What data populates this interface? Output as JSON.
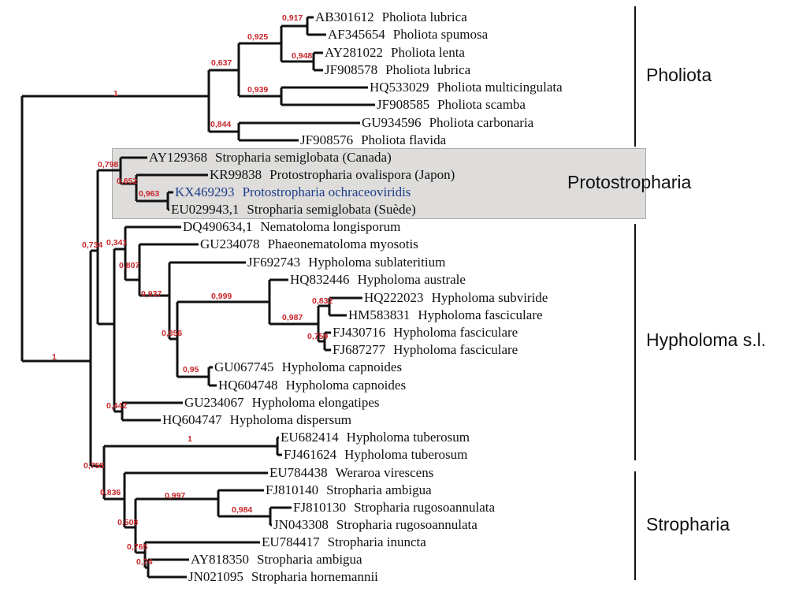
{
  "clades": {
    "pholiota": "Pholiota",
    "protostropharia": "Protostropharia",
    "hypholoma": "Hypholoma s.l.",
    "stropharia": "Stropharia"
  },
  "leaves": [
    {
      "acc": "AB301612",
      "sp": "Pholiota lubrica"
    },
    {
      "acc": "AF345654",
      "sp": "Pholiota spumosa"
    },
    {
      "acc": "AY281022",
      "sp": "Pholiota lenta"
    },
    {
      "acc": "JF908578",
      "sp": "Pholiota lubrica"
    },
    {
      "acc": "HQ533029",
      "sp": "Pholiota multicingulata"
    },
    {
      "acc": "JF908585",
      "sp": "Pholiota scamba"
    },
    {
      "acc": "GU934596",
      "sp": "Pholiota carbonaria"
    },
    {
      "acc": "JF908576",
      "sp": "Pholiota flavida"
    },
    {
      "acc": "AY129368",
      "sp": "Stropharia semiglobata (Canada)"
    },
    {
      "acc": "KR99838",
      "sp": "Protostropharia ovalispora (Japon)"
    },
    {
      "acc": "KX469293",
      "sp": "Protostropharia ochraceoviridis"
    },
    {
      "acc": "EU029943,1",
      "sp": "Stropharia semiglobata (Suède)"
    },
    {
      "acc": "DQ490634,1",
      "sp": "Nematoloma longisporum"
    },
    {
      "acc": "GU234078",
      "sp": "Phaeonematoloma myosotis"
    },
    {
      "acc": "JF692743",
      "sp": "Hypholoma sublateritium"
    },
    {
      "acc": "HQ832446",
      "sp": "Hypholoma australe"
    },
    {
      "acc": "HQ222023",
      "sp": "Hypholoma subviride"
    },
    {
      "acc": "HM583831",
      "sp": "Hypholoma fasciculare"
    },
    {
      "acc": "FJ430716",
      "sp": "Hypholoma fasciculare"
    },
    {
      "acc": "FJ687277",
      "sp": "Hypholoma fasciculare"
    },
    {
      "acc": "GU067745",
      "sp": "Hypholoma capnoides"
    },
    {
      "acc": "HQ604748",
      "sp": "Hypholoma capnoides"
    },
    {
      "acc": "GU234067",
      "sp": "Hypholoma elongatipes"
    },
    {
      "acc": "HQ604747",
      "sp": "Hypholoma dispersum"
    },
    {
      "acc": "EU682414",
      "sp": "Hypholoma tuberosum"
    },
    {
      "acc": "FJ461624",
      "sp": "Hypholoma tuberosum"
    },
    {
      "acc": "EU784438",
      "sp": "Weraroa virescens"
    },
    {
      "acc": "FJ810140",
      "sp": "Stropharia ambigua"
    },
    {
      "acc": "FJ810130",
      "sp": "Stropharia rugosoannulata"
    },
    {
      "acc": "JN043308",
      "sp": "Stropharia rugosoannulata"
    },
    {
      "acc": "EU784417",
      "sp": "Stropharia inuncta"
    },
    {
      "acc": "AY818350",
      "sp": "Stropharia ambigua"
    },
    {
      "acc": "JN021095",
      "sp": "Stropharia hornemannii"
    }
  ],
  "supports": [
    "1",
    "0,637",
    "0,925",
    "0,917",
    "0,948",
    "0,939",
    "0,844",
    "0,798",
    "0,652",
    "0,963",
    "0,734",
    "0,341",
    "0,807",
    "0,937",
    "0,999",
    "0,832",
    "0,987",
    "0,759",
    "0,856",
    "0,95",
    "0,442",
    "1",
    "1",
    "0,755",
    "0,836",
    "0,508",
    "0,997",
    "0,984",
    "0,765",
    "0,74"
  ],
  "colors": {
    "support": "#c8262b",
    "highlight": "#1d3c8a",
    "box": "#dedddb"
  }
}
